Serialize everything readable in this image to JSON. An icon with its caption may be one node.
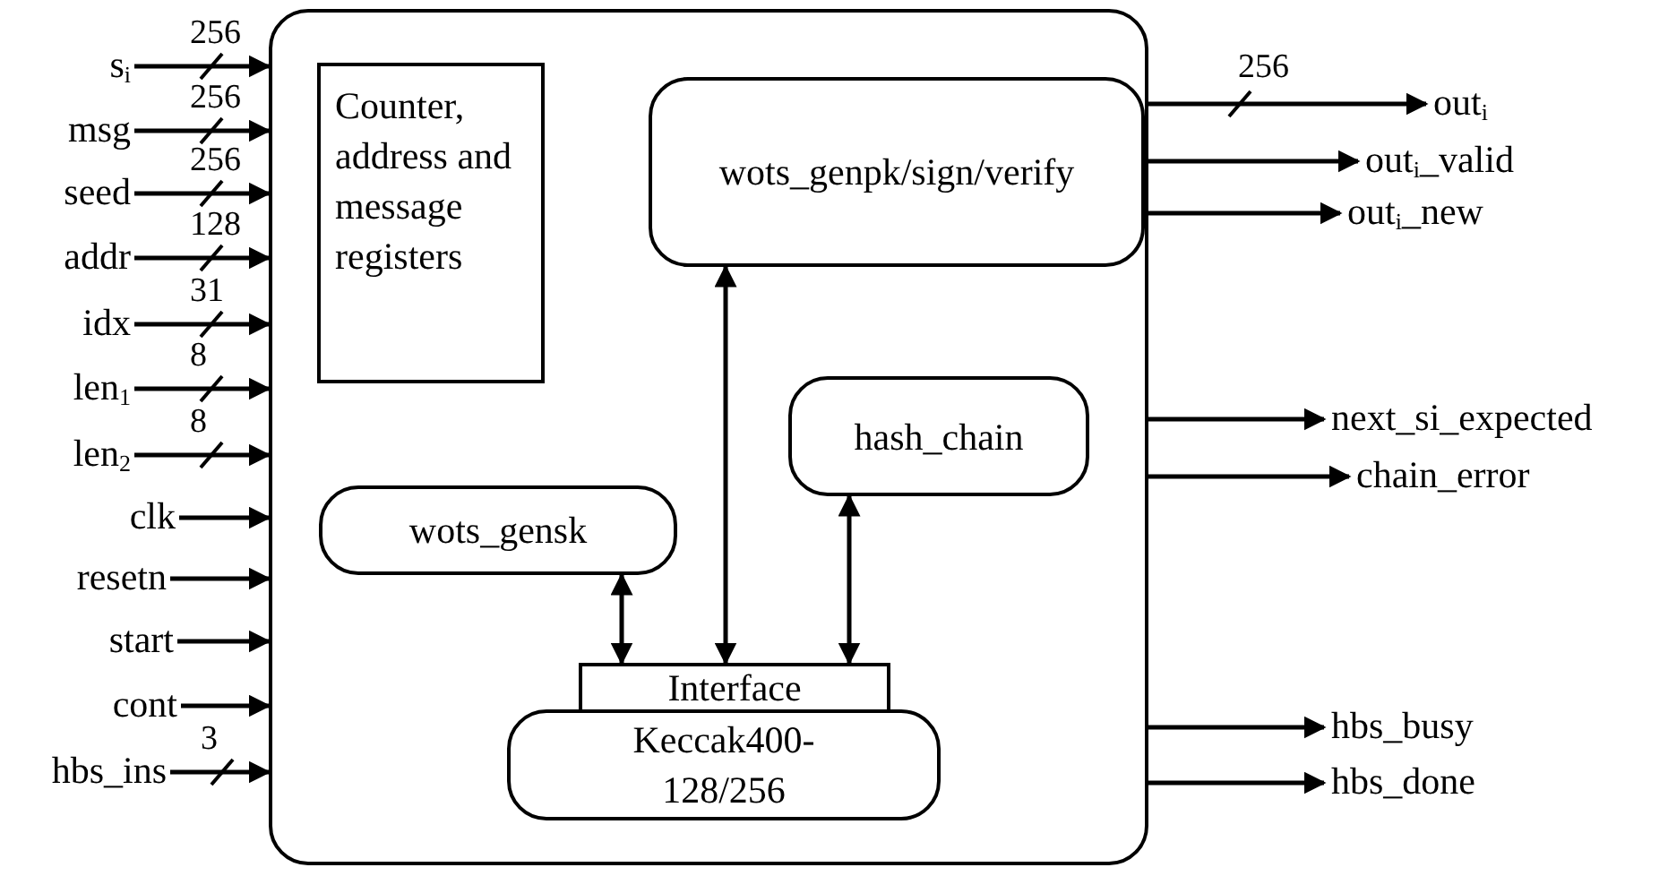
{
  "diagram": {
    "nodes": [
      {
        "text": [],
        "shape": "box"
      },
      {
        "text": [
          "Counter, address and message registers"
        ],
        "in": 0
      },
      {
        "text": [
          "wots_genpk/sign/verify"
        ],
        "in": 0
      },
      {
        "text": [
          "hash_chain"
        ],
        "in": 0
      },
      {
        "text": [
          "wots_gensk"
        ],
        "in": 0
      },
      {
        "text": [
          "Interface"
        ],
        "in": 0
      },
      {
        "text": [
          "Keccak400-128/256"
        ],
        "in": 0
      },
      {
        "text": [
          "s$_{i}$"
        ]
      },
      {
        "text": [
          "msg"
        ]
      },
      {
        "text": [
          "seed"
        ]
      },
      {
        "text": [
          "addr"
        ]
      },
      {
        "text": [
          "idx"
        ]
      },
      {
        "text": [
          "len$_{1}$"
        ]
      },
      {
        "text": [
          "len$_{2}$"
        ]
      },
      {
        "text": [
          "clk"
        ]
      },
      {
        "text": [
          "resetn"
        ]
      },
      {
        "text": [
          "start"
        ]
      },
      {
        "text": [
          "cont"
        ]
      },
      {
        "text": [
          "hbs_ins"
        ]
      },
      {
        "text": [
          "out$_{i}$"
        ]
      },
      {
        "text": [
          "out$_{i}$_valid"
        ]
      },
      {
        "text": [
          "out$_{i}$_new"
        ]
      },
      {
        "text": [
          "next_si_expected"
        ]
      },
      {
        "text": [
          "chain_error"
        ]
      },
      {
        "text": [
          "hbs_busy"
        ]
      },
      {
        "text": [
          "hbs_done"
        ]
      }
    ],
    "edges": [
      {
        "from": 7,
        "to": 0,
        "arrow": "to",
        "label": "256"
      },
      {
        "from": 8,
        "to": 0,
        "arrow": "to",
        "label": "256"
      },
      {
        "from": 9,
        "to": 0,
        "arrow": "to",
        "label": "256"
      },
      {
        "from": 10,
        "to": 0,
        "arrow": "to",
        "label": "128"
      },
      {
        "from": 11,
        "to": 0,
        "arrow": "to",
        "label": "31"
      },
      {
        "from": 12,
        "to": 0,
        "arrow": "to",
        "label": "8"
      },
      {
        "from": 13,
        "to": 0,
        "arrow": "to",
        "label": "8"
      },
      {
        "from": 14,
        "to": 0,
        "arrow": "to"
      },
      {
        "from": 15,
        "to": 0,
        "arrow": "to"
      },
      {
        "from": 16,
        "to": 0,
        "arrow": "to"
      },
      {
        "from": 17,
        "to": 0,
        "arrow": "to"
      },
      {
        "from": 18,
        "to": 0,
        "arrow": "to",
        "label": "3"
      },
      {
        "from": 0,
        "to": 19,
        "arrow": "to",
        "label": "256"
      },
      {
        "from": 0,
        "to": 20,
        "arrow": "to"
      },
      {
        "from": 0,
        "to": 21,
        "arrow": "to"
      },
      {
        "from": 0,
        "to": 22,
        "arrow": "to"
      },
      {
        "from": 0,
        "to": 23,
        "arrow": "to"
      },
      {
        "from": 0,
        "to": 24,
        "arrow": "to"
      },
      {
        "from": 0,
        "to": 25,
        "arrow": "to"
      },
      {
        "from": 4,
        "to": 5,
        "arrow": "both"
      },
      {
        "from": 2,
        "to": 5,
        "arrow": "both"
      },
      {
        "from": 3,
        "to": 5,
        "arrow": "both"
      }
    ]
  }
}
